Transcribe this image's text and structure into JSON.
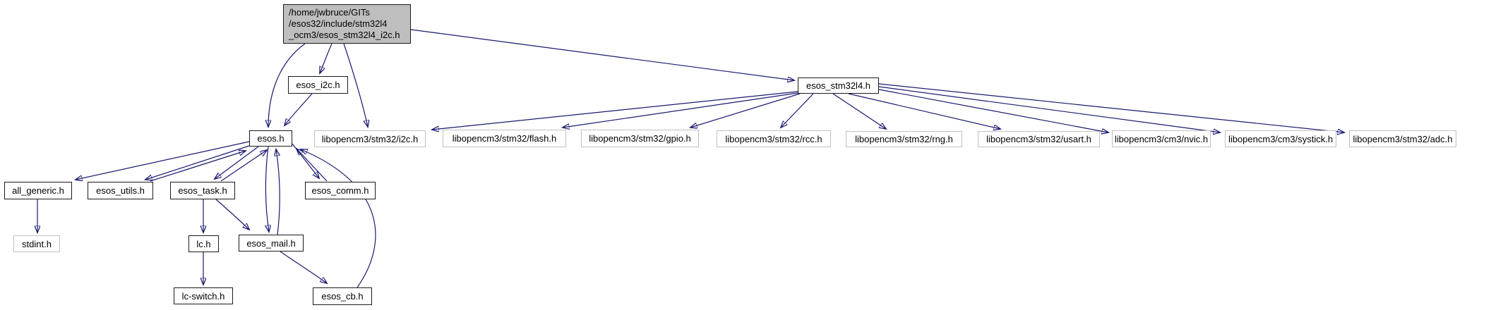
{
  "diagram": {
    "type": "include-dependency-graph",
    "colors": {
      "edge": "#191970",
      "node_fill": "#ffffff",
      "root_fill": "#bebebe",
      "internal_border": "#1a1a1a",
      "external_border": "#c0c0c0",
      "text": "#000000"
    },
    "nodes": [
      {
        "id": "root",
        "label": "/home/jwbruce/GITs\n/esos32/include/stm32l4\n_ocm3/esos_stm32l4_i2c.h",
        "kind": "root"
      },
      {
        "id": "esos_i2c",
        "label": "esos_i2c.h",
        "kind": "internal"
      },
      {
        "id": "esos_stm32l4",
        "label": "esos_stm32l4.h",
        "kind": "internal"
      },
      {
        "id": "esos",
        "label": "esos.h",
        "kind": "internal"
      },
      {
        "id": "lib_i2c",
        "label": "libopencm3/stm32/i2c.h",
        "kind": "external"
      },
      {
        "id": "lib_flash",
        "label": "libopencm3/stm32/flash.h",
        "kind": "external"
      },
      {
        "id": "lib_gpio",
        "label": "libopencm3/stm32/gpio.h",
        "kind": "external"
      },
      {
        "id": "lib_rcc",
        "label": "libopencm3/stm32/rcc.h",
        "kind": "external"
      },
      {
        "id": "lib_rng",
        "label": "libopencm3/stm32/rng.h",
        "kind": "external"
      },
      {
        "id": "lib_usart",
        "label": "libopencm3/stm32/usart.h",
        "kind": "external"
      },
      {
        "id": "lib_nvic",
        "label": "libopencm3/cm3/nvic.h",
        "kind": "external"
      },
      {
        "id": "lib_systick",
        "label": "libopencm3/cm3/systick.h",
        "kind": "external"
      },
      {
        "id": "lib_adc",
        "label": "libopencm3/stm32/adc.h",
        "kind": "external"
      },
      {
        "id": "all_generic",
        "label": "all_generic.h",
        "kind": "internal"
      },
      {
        "id": "esos_utils",
        "label": "esos_utils.h",
        "kind": "internal"
      },
      {
        "id": "esos_task",
        "label": "esos_task.h",
        "kind": "internal"
      },
      {
        "id": "esos_comm",
        "label": "esos_comm.h",
        "kind": "internal"
      },
      {
        "id": "stdint",
        "label": "stdint.h",
        "kind": "external"
      },
      {
        "id": "lc",
        "label": "lc.h",
        "kind": "internal"
      },
      {
        "id": "esos_mail",
        "label": "esos_mail.h",
        "kind": "internal"
      },
      {
        "id": "lc_switch",
        "label": "lc-switch.h",
        "kind": "internal"
      },
      {
        "id": "esos_cb",
        "label": "esos_cb.h",
        "kind": "internal"
      }
    ],
    "edges": [
      {
        "from": "root",
        "to": "esos_i2c"
      },
      {
        "from": "root",
        "to": "esos"
      },
      {
        "from": "root",
        "to": "lib_i2c"
      },
      {
        "from": "root",
        "to": "esos_stm32l4"
      },
      {
        "from": "esos_i2c",
        "to": "esos"
      },
      {
        "from": "esos_stm32l4",
        "to": "lib_i2c"
      },
      {
        "from": "esos_stm32l4",
        "to": "lib_flash"
      },
      {
        "from": "esos_stm32l4",
        "to": "lib_gpio"
      },
      {
        "from": "esos_stm32l4",
        "to": "lib_rcc"
      },
      {
        "from": "esos_stm32l4",
        "to": "lib_rng"
      },
      {
        "from": "esos_stm32l4",
        "to": "lib_usart"
      },
      {
        "from": "esos_stm32l4",
        "to": "lib_nvic"
      },
      {
        "from": "esos_stm32l4",
        "to": "lib_systick"
      },
      {
        "from": "esos_stm32l4",
        "to": "lib_adc"
      },
      {
        "from": "esos",
        "to": "all_generic"
      },
      {
        "from": "esos",
        "to": "esos_utils"
      },
      {
        "from": "esos_utils",
        "to": "esos"
      },
      {
        "from": "esos",
        "to": "esos_task"
      },
      {
        "from": "esos_task",
        "to": "esos"
      },
      {
        "from": "esos",
        "to": "esos_mail"
      },
      {
        "from": "esos_mail",
        "to": "esos"
      },
      {
        "from": "esos",
        "to": "esos_comm"
      },
      {
        "from": "esos_comm",
        "to": "esos"
      },
      {
        "from": "esos_task",
        "to": "lc"
      },
      {
        "from": "esos_task",
        "to": "esos_mail"
      },
      {
        "from": "lc",
        "to": "lc_switch"
      },
      {
        "from": "esos_mail",
        "to": "esos_cb"
      },
      {
        "from": "esos_cb",
        "to": "esos"
      },
      {
        "from": "all_generic",
        "to": "stdint"
      }
    ]
  }
}
